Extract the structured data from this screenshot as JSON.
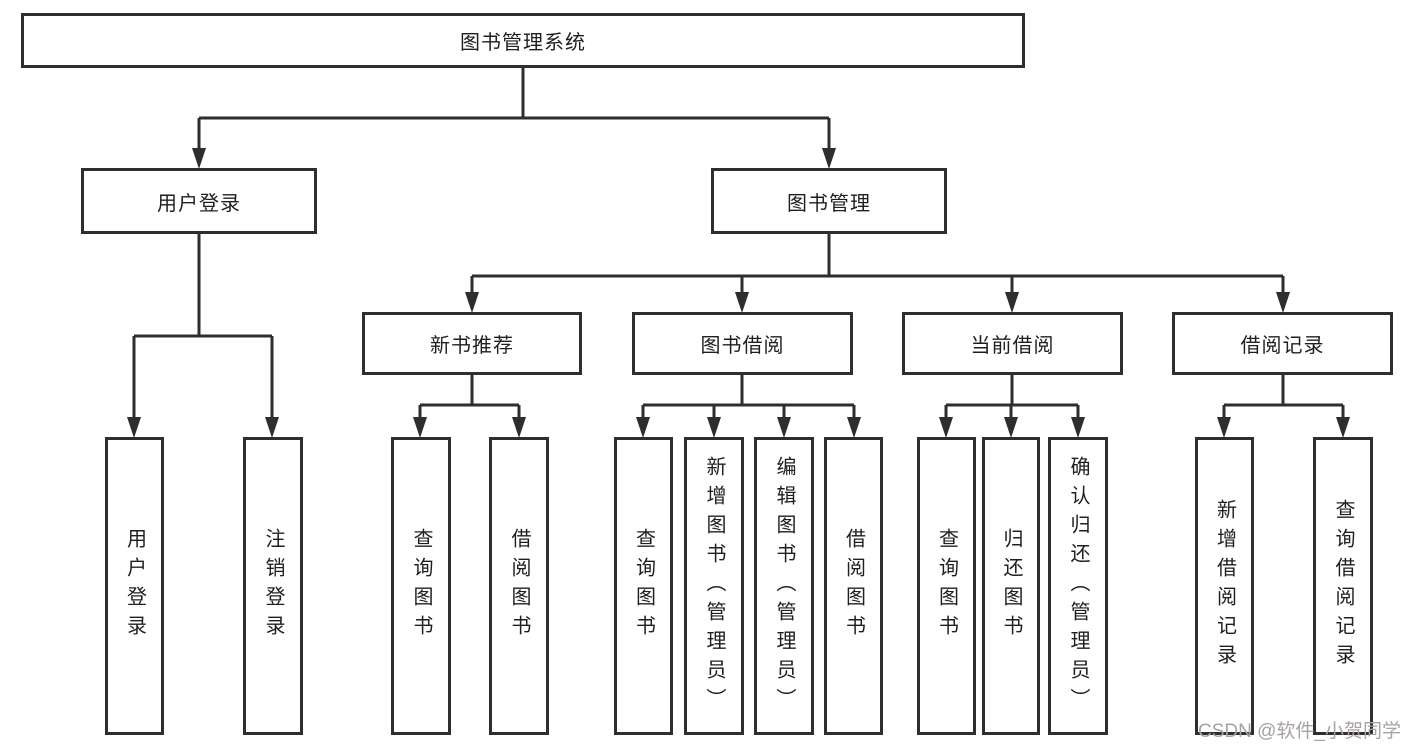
{
  "tree": {
    "root": {
      "label": "图书管理系统"
    },
    "branches": [
      {
        "label": "用户登录",
        "children": [
          {
            "label": "用户登录"
          },
          {
            "label": "注销登录"
          }
        ]
      },
      {
        "label": "图书管理",
        "children": [
          {
            "label": "新书推荐",
            "children": [
              {
                "label": "查询图书"
              },
              {
                "label": "借阅图书"
              }
            ]
          },
          {
            "label": "图书借阅",
            "children": [
              {
                "label": "查询图书"
              },
              {
                "label": "新增图书（管理员）"
              },
              {
                "label": "编辑图书（管理员）"
              },
              {
                "label": "借阅图书"
              }
            ]
          },
          {
            "label": "当前借阅",
            "children": [
              {
                "label": "查询图书"
              },
              {
                "label": "归还图书"
              },
              {
                "label": "确认归还（管理员）"
              }
            ]
          },
          {
            "label": "借阅记录",
            "children": [
              {
                "label": "新增借阅记录"
              },
              {
                "label": "查询借阅记录"
              }
            ]
          }
        ]
      }
    ]
  },
  "watermark": {
    "text": "CSDN @软件_小贺同学"
  },
  "colors": {
    "line": "#2e2e2e",
    "text": "#1f1f1f",
    "watermark": "#a8a2a2",
    "background": "#ffffff"
  }
}
